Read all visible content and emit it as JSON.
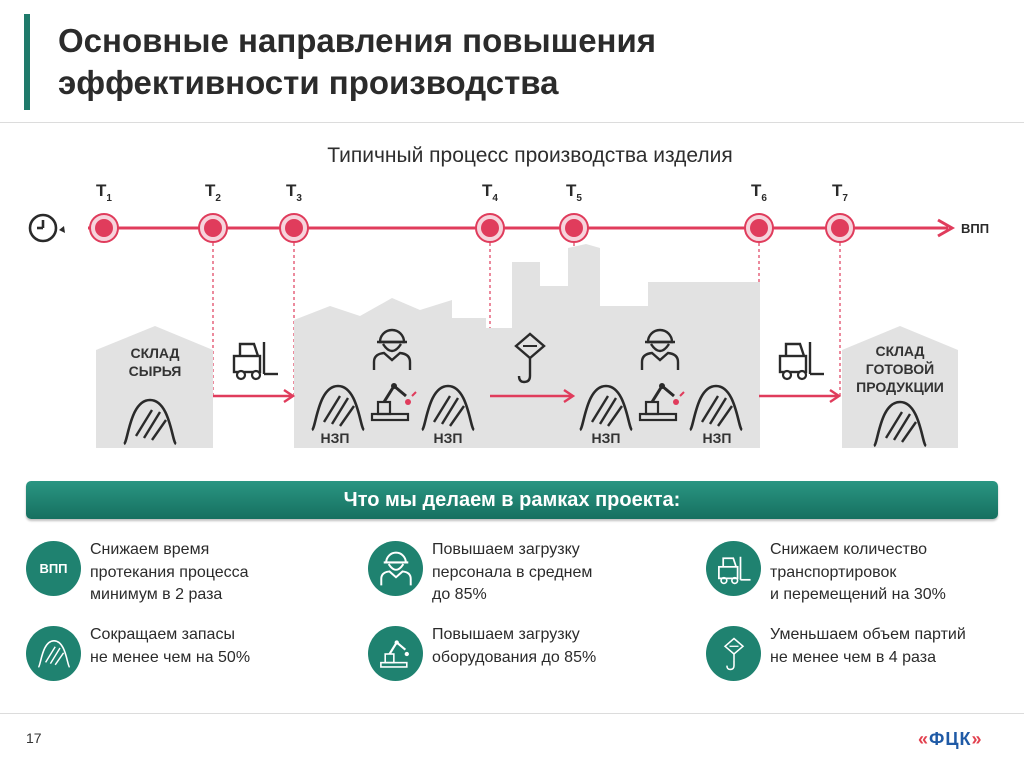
{
  "title": {
    "line1": "Основные направления повышения",
    "line2": "эффективности производства"
  },
  "diagram": {
    "subtitle": "Типичный процесс производства изделия",
    "timeline_points": [
      "T1",
      "T2",
      "T3",
      "T4",
      "T5",
      "T6",
      "T7"
    ],
    "timeline_end": "ВПП",
    "raw_warehouse": [
      "СКЛАД",
      "СЫРЬЯ"
    ],
    "finished_warehouse": [
      "СКЛАД",
      "ГОТОВОЙ",
      "ПРОДУКЦИИ"
    ],
    "wip_label": "НЗП",
    "colors": {
      "accent": "#e03c5c",
      "factory": "#e2e2e2",
      "teal": "#1f8270"
    }
  },
  "banner": "Что мы делаем в рамках проекта:",
  "items": [
    {
      "icon": "vpp-badge",
      "badge": "ВПП",
      "text": "Снижаем время\nпротекания процесса\nминимум в 2 раза"
    },
    {
      "icon": "worker-icon",
      "text": "Повышаем загрузку\nперсонала в среднем\nдо 85%"
    },
    {
      "icon": "forklift-icon",
      "text": "Снижаем количество\nтранспортировок\nи перемещений на 30%"
    },
    {
      "icon": "inventory-pile-icon",
      "text": "Сокращаем запасы\nне менее чем на 50%"
    },
    {
      "icon": "robot-arm-icon",
      "text": "Повышаем загрузку\nоборудования до 85%"
    },
    {
      "icon": "crane-hook-icon",
      "text": "Уменьшаем объем партий\nне менее чем в 4 раза"
    }
  ],
  "footer": {
    "page_number": "17",
    "logo": "ФЦК"
  }
}
